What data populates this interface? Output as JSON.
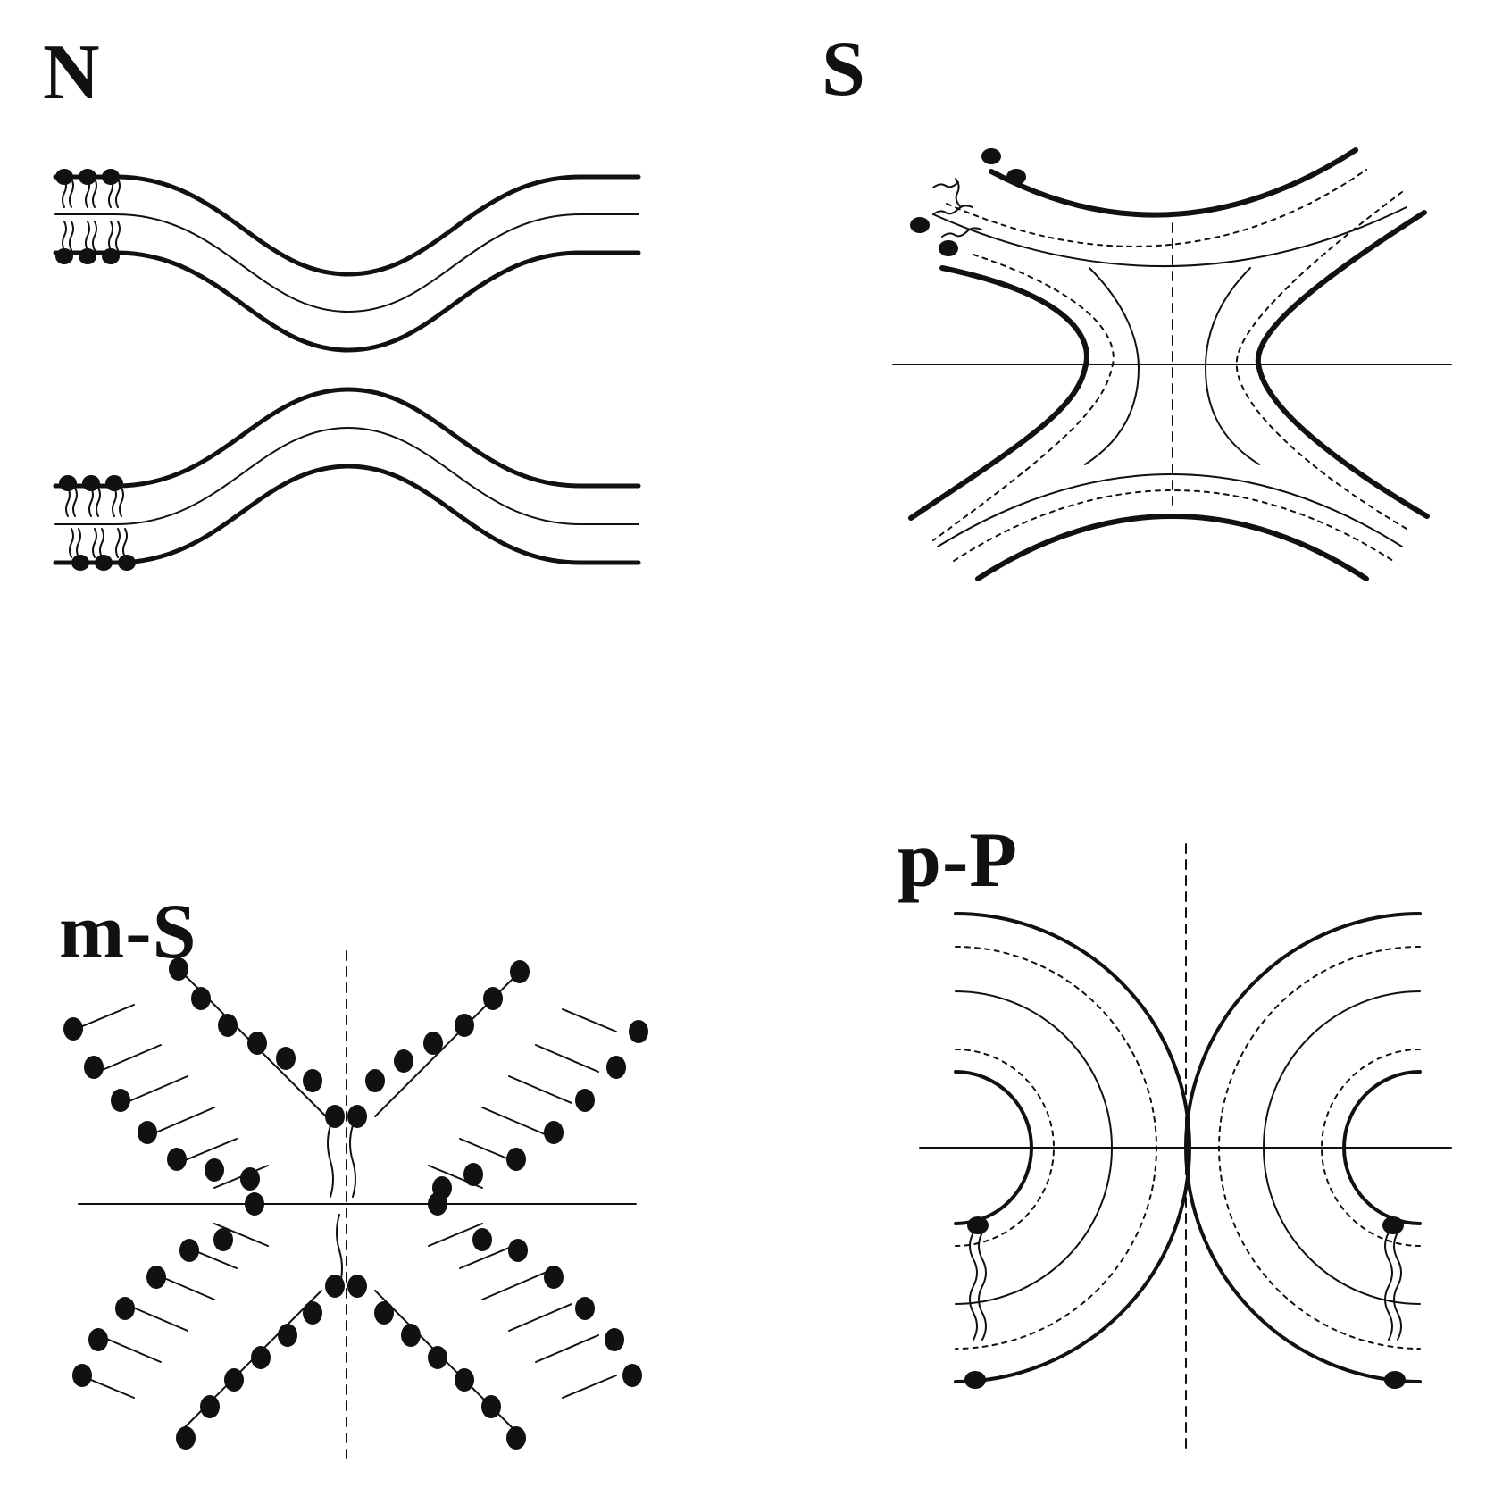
{
  "panels": {
    "N": {
      "label": "N"
    },
    "S": {
      "label": "S"
    },
    "mS": {
      "label": "m-S"
    },
    "pP": {
      "label": "p-P"
    }
  },
  "colors": {
    "ink": "#111111",
    "thin": "#333333",
    "background": "#ffffff"
  }
}
